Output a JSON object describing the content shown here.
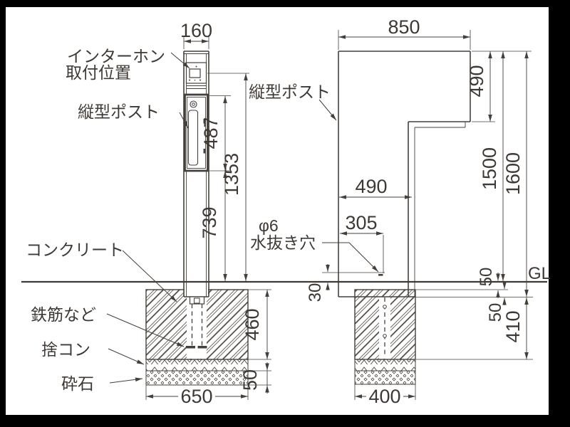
{
  "ground_line_label": "GL",
  "front_view": {
    "intercom_label_line1": "インターホン",
    "intercom_label_line2": "取付位置",
    "post_label": "縦型ポスト",
    "width_dim": "160",
    "post_unit_height_dim": "487",
    "intercom_to_gl_dim": "1353",
    "post_unit_bottom_to_gl_dim": "739",
    "foundation": {
      "concrete_label": "コンクリート",
      "rebar_label": "鉄筋など",
      "lean_concrete_label": "捨コン",
      "crushed_stone_label": "砕石",
      "concrete_depth_dim": "460",
      "crushed_stone_depth_dim": "50",
      "width_dim": "650"
    }
  },
  "side_view": {
    "post_label": "縦型ポスト",
    "top_width_dim": "850",
    "head_height_dim": "490",
    "column_depth_dim": "490",
    "height_above_gl_dim": "1500",
    "total_height_dim": "1600",
    "drain_offset_dim": "305",
    "drain_height_dim": "30",
    "drain_dia_label": "φ6",
    "drain_hole_label": "水抜き穴",
    "gl_to_footing_dim": "50",
    "footing_embed_dim": "50",
    "below_post_depth_dim": "410",
    "foundation_width_dim": "400"
  }
}
